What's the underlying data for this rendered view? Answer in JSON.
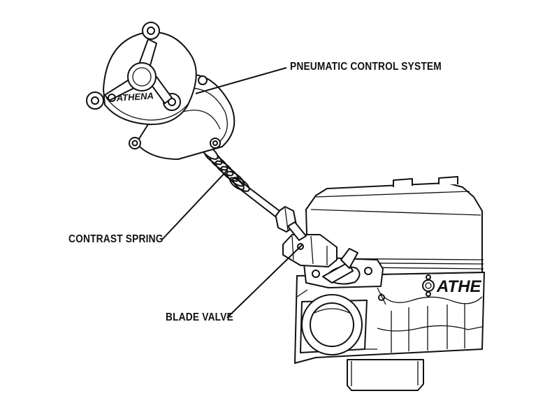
{
  "labels": {
    "pneumatic": "PNEUMATIC CONTROL SYSTEM",
    "spring": "CONTRAST SPRING",
    "blade": "BLADE VALVE"
  },
  "branding": {
    "actuator_logo": "ATHENA",
    "cylinder_logo": "ATHE"
  },
  "colors": {
    "line": "#111111",
    "background": "#ffffff"
  }
}
